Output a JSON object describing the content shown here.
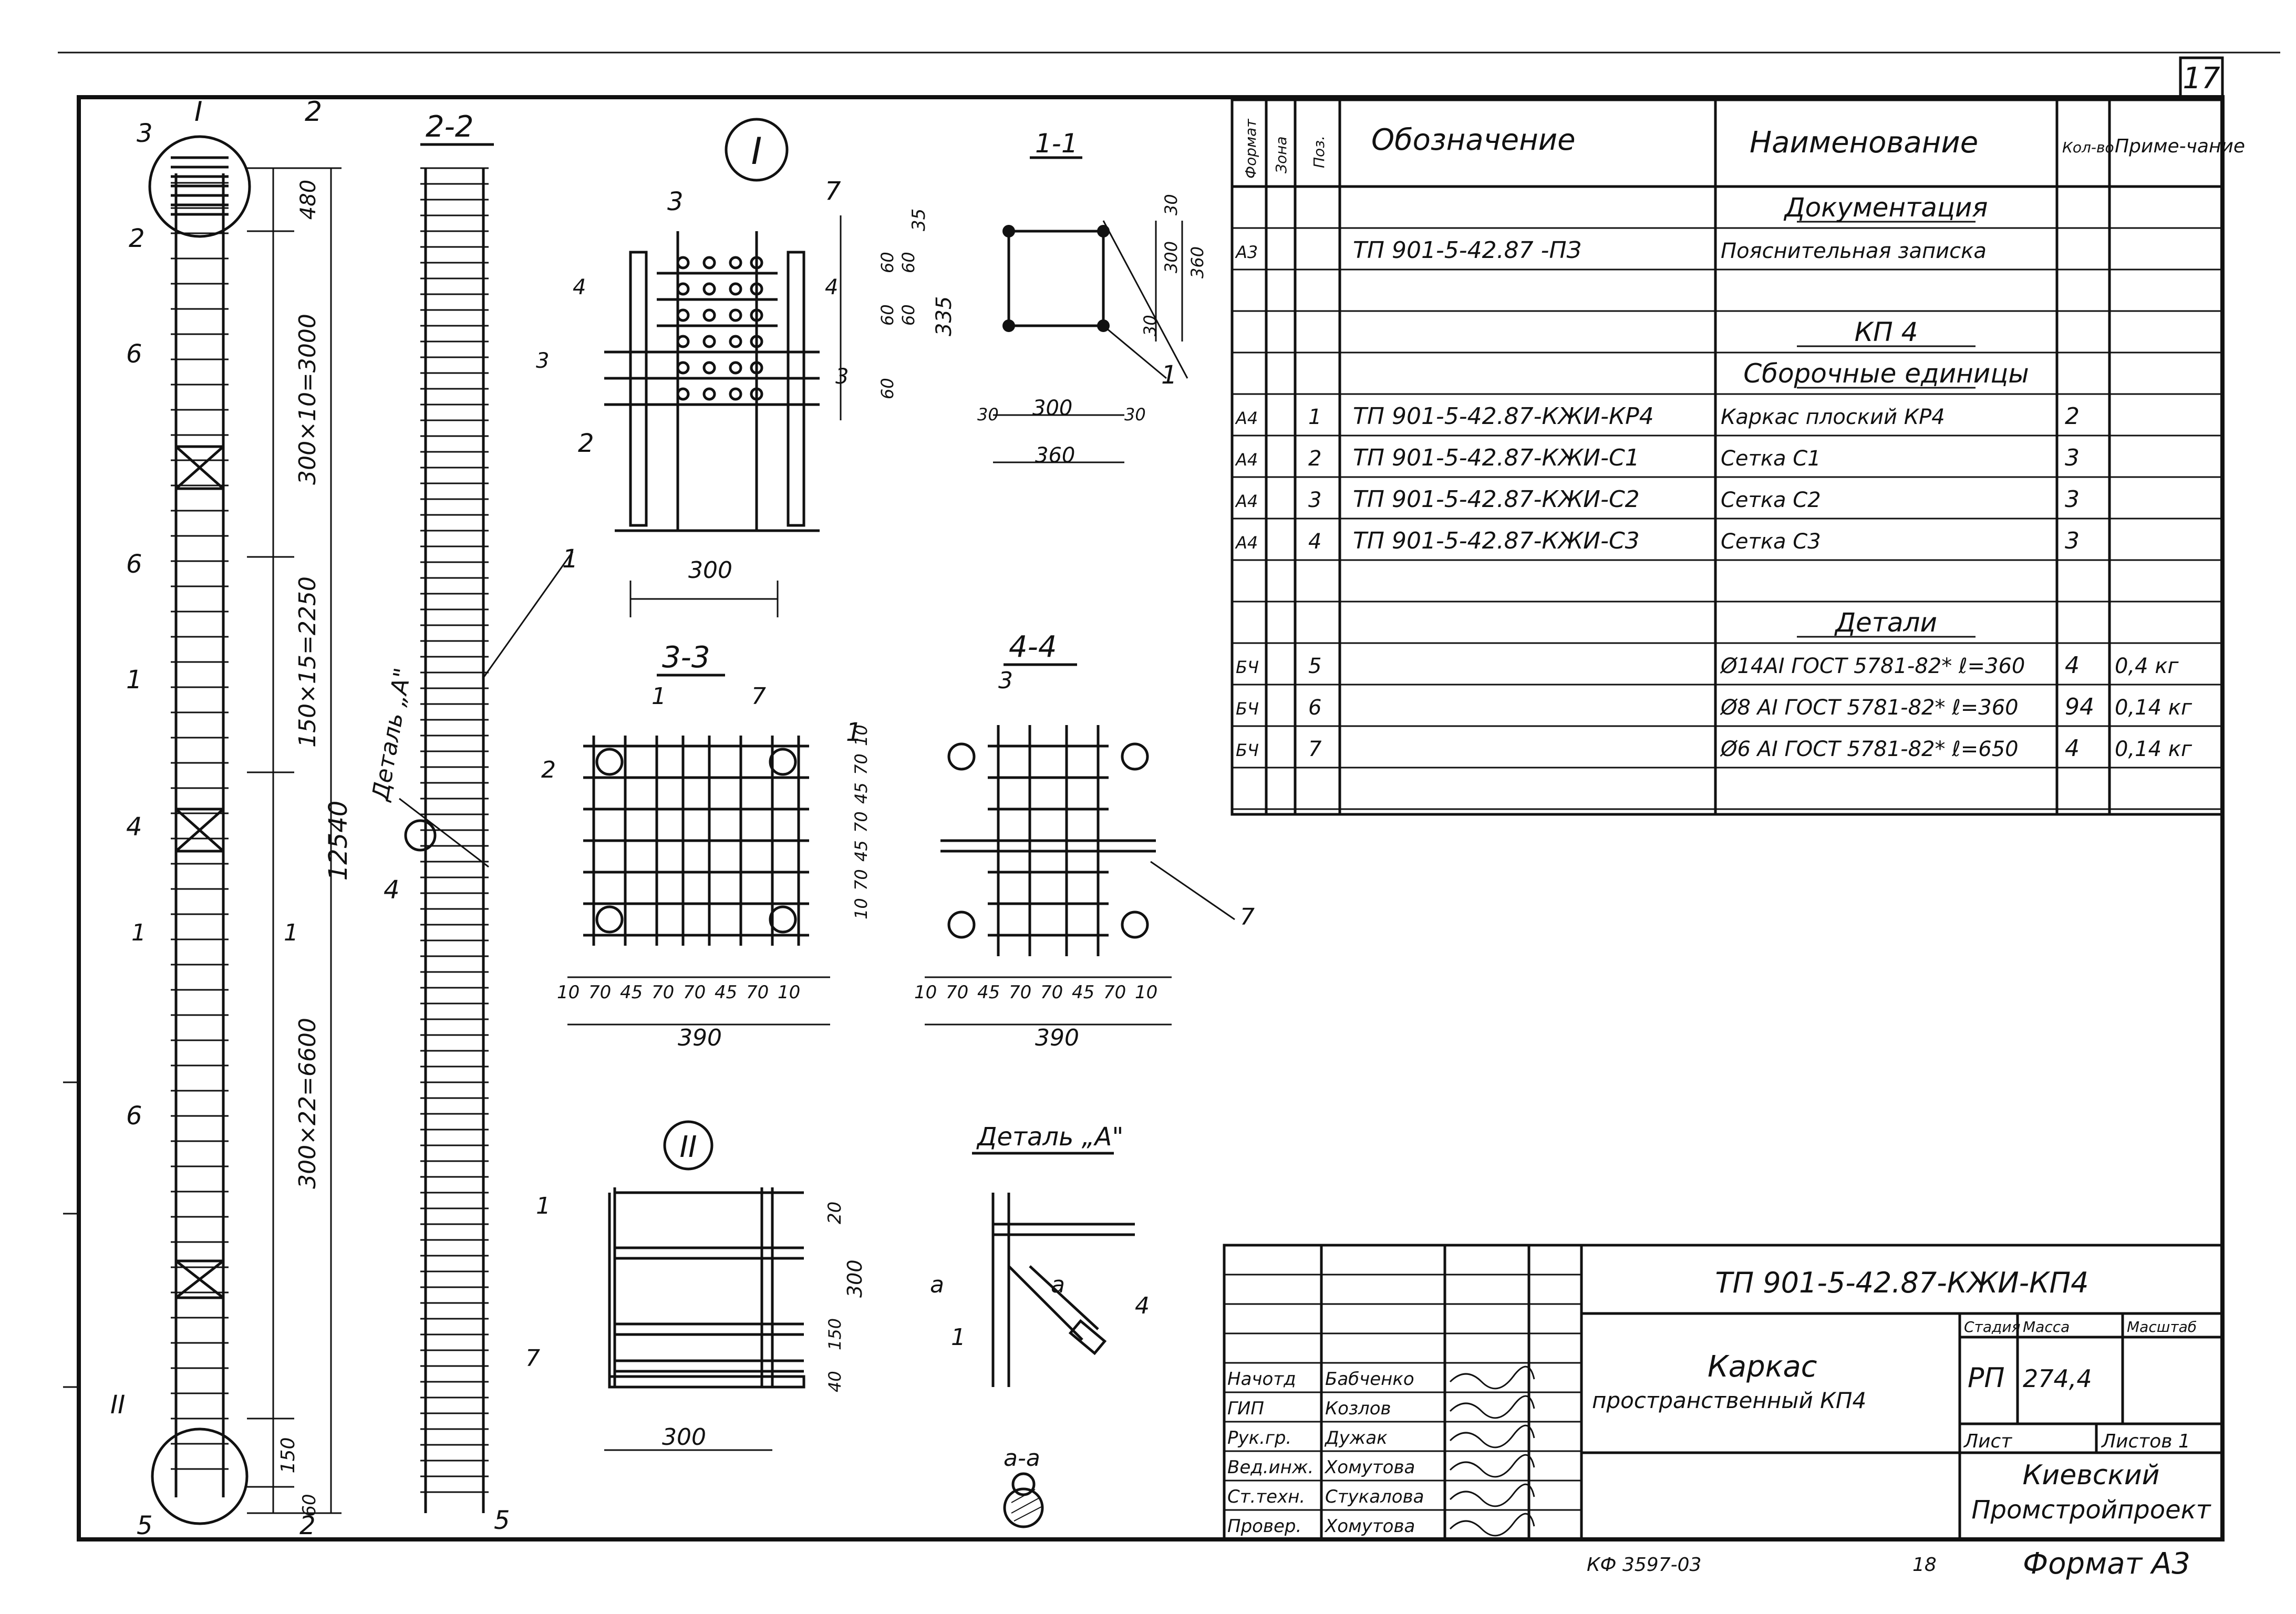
{
  "sheet": {
    "page_number": "17",
    "footer_code": "КФ 3597-03",
    "footer_num": "18",
    "format_label": "Формат А3"
  },
  "views": {
    "elevation": {
      "section_mark": "I",
      "cut_mark": "2",
      "callouts": [
        "3",
        "2",
        "6",
        "6",
        "1",
        "4",
        "6",
        "5",
        "II"
      ],
      "dims": [
        "480",
        "300×10=3000",
        "150×15=2250",
        "12540",
        "300×22=6600",
        "150",
        "60",
        "1",
        "1",
        "2"
      ]
    },
    "section_2_2": {
      "title": "2-2",
      "detail_label": "Деталь „А\"",
      "callouts": [
        "1",
        "4",
        "5"
      ]
    },
    "detail_I": {
      "title": "I",
      "callouts": [
        "3",
        "7",
        "4",
        "4",
        "3",
        "3",
        "2",
        "1"
      ],
      "dims": [
        "35",
        "60",
        "60",
        "60",
        "60",
        "335",
        "60",
        "300"
      ]
    },
    "section_1_1": {
      "title": "1-1",
      "dims": [
        "30",
        "300",
        "360",
        "30",
        "30",
        "300",
        "30",
        "360",
        "1"
      ]
    },
    "section_3_3": {
      "title": "3-3",
      "callouts": [
        "1",
        "7",
        "2"
      ],
      "dims_v": [
        "10",
        "70",
        "45",
        "70",
        "45",
        "70",
        "10"
      ],
      "dims_h": [
        "10",
        "70",
        "45",
        "70",
        "70",
        "45",
        "70",
        "10"
      ],
      "total": "390"
    },
    "section_4_4": {
      "title": "4-4",
      "callouts": [
        "3",
        "7"
      ],
      "dims_h": [
        "10",
        "70",
        "45",
        "70",
        "70",
        "45",
        "70",
        "10"
      ],
      "total": "390"
    },
    "detail_II": {
      "title": "II",
      "callouts": [
        "1",
        "7"
      ],
      "dims": [
        "20",
        "300",
        "150",
        "40",
        "300"
      ]
    },
    "detail_A": {
      "title": "Деталь „А\"",
      "cut": "а",
      "section": "а-а",
      "callouts": [
        "4",
        "1"
      ]
    }
  },
  "spec": {
    "headers": {
      "format": "Формат",
      "zone": "Зона",
      "pos": "Поз.",
      "designation": "Обозначение",
      "name": "Наименование",
      "qty": "Кол-во",
      "note": "Приме-чание"
    },
    "rows": [
      {
        "format": "",
        "zone": "",
        "pos": "",
        "designation": "",
        "name": "Документация",
        "qty": "",
        "note": "",
        "heading": true
      },
      {
        "format": "А3",
        "zone": "",
        "pos": "",
        "designation": "ТП 901-5-42.87 -ПЗ",
        "name": "Пояснительная записка",
        "qty": "",
        "note": ""
      },
      {
        "format": "",
        "zone": "",
        "pos": "",
        "designation": "",
        "name": "",
        "qty": "",
        "note": ""
      },
      {
        "format": "",
        "zone": "",
        "pos": "",
        "designation": "",
        "name": "КП 4",
        "qty": "",
        "note": "",
        "heading": true
      },
      {
        "format": "",
        "zone": "",
        "pos": "",
        "designation": "",
        "name": "Сборочные единицы",
        "qty": "",
        "note": "",
        "heading": true
      },
      {
        "format": "А4",
        "zone": "",
        "pos": "1",
        "designation": "ТП 901-5-42.87-КЖИ-КР4",
        "name": "Каркас плоский КР4",
        "qty": "2",
        "note": ""
      },
      {
        "format": "А4",
        "zone": "",
        "pos": "2",
        "designation": "ТП 901-5-42.87-КЖИ-С1",
        "name": "Сетка С1",
        "qty": "3",
        "note": ""
      },
      {
        "format": "А4",
        "zone": "",
        "pos": "3",
        "designation": "ТП 901-5-42.87-КЖИ-С2",
        "name": "Сетка С2",
        "qty": "3",
        "note": ""
      },
      {
        "format": "А4",
        "zone": "",
        "pos": "4",
        "designation": "ТП 901-5-42.87-КЖИ-С3",
        "name": "Сетка С3",
        "qty": "3",
        "note": ""
      },
      {
        "format": "",
        "zone": "",
        "pos": "",
        "designation": "",
        "name": "",
        "qty": "",
        "note": ""
      },
      {
        "format": "",
        "zone": "",
        "pos": "",
        "designation": "",
        "name": "Детали",
        "qty": "",
        "note": "",
        "heading": true
      },
      {
        "format": "БЧ",
        "zone": "",
        "pos": "5",
        "designation": "",
        "name": "Ø14АI ГОСТ 5781-82* ℓ=360",
        "qty": "4",
        "note": "0,4 кг"
      },
      {
        "format": "БЧ",
        "zone": "",
        "pos": "6",
        "designation": "",
        "name": "Ø8 АI ГОСТ 5781-82* ℓ=360",
        "qty": "94",
        "note": "0,14 кг"
      },
      {
        "format": "БЧ",
        "zone": "",
        "pos": "7",
        "designation": "",
        "name": "Ø6 АI ГОСТ 5781-82* ℓ=650",
        "qty": "4",
        "note": "0,14 кг"
      },
      {
        "format": "",
        "zone": "",
        "pos": "",
        "designation": "",
        "name": "",
        "qty": "",
        "note": ""
      }
    ]
  },
  "title_block": {
    "code": "ТП 901-5-42.87-КЖИ-КП4",
    "name_line1": "Каркас",
    "name_line2": "пространственный КП4",
    "stage_label": "Стадия",
    "mass_label": "Масса",
    "scale_label": "Масштаб",
    "stage": "РП",
    "mass": "274,4",
    "scale": "",
    "sheet_label": "Лист",
    "sheets_label": "Листов 1",
    "org_line1": "Киевский",
    "org_line2": "Промстройпроект",
    "people": [
      {
        "role": "Начотд",
        "name": "Бабченко"
      },
      {
        "role": "ГИП",
        "name": "Козлов"
      },
      {
        "role": "Рук.гр.",
        "name": "Дужак"
      },
      {
        "role": "Вед.инж.",
        "name": "Хомутова"
      },
      {
        "role": "Ст.техн.",
        "name": "Стукалова"
      },
      {
        "role": "Провер.",
        "name": "Хомутова"
      }
    ]
  }
}
